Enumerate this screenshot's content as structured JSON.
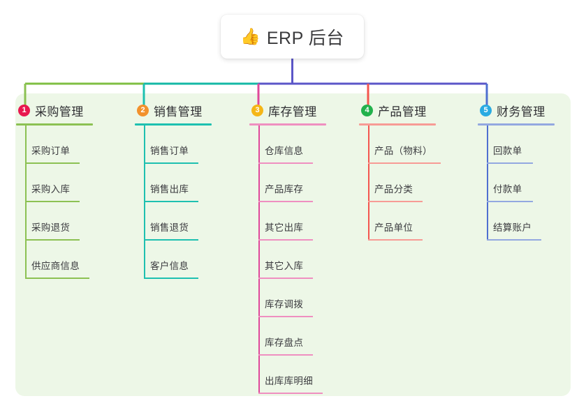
{
  "root": {
    "icon": "thumbs-up-icon",
    "icon_glyph": "👍",
    "label": "ERP 后台"
  },
  "palette": {
    "panel_bg": "#edf7e7",
    "page_bg": "#ffffff",
    "text": "#3b3b3f",
    "bus_left_green": "#7fbf42",
    "bus_mid_teal": "#14b8a6",
    "bus_right_purple": "#5b56c8"
  },
  "columns": [
    {
      "number": "1",
      "badge_color": "#e8184f",
      "line_color": "#8cc153",
      "rule_color": "#8cc153",
      "title": "采购管理",
      "title_rule_width": 110,
      "items": [
        {
          "label": "采购订单",
          "rule_width": 78
        },
        {
          "label": "采购入库",
          "rule_width": 78
        },
        {
          "label": "采购退货",
          "rule_width": 78
        },
        {
          "label": "供应商信息",
          "rule_width": 92
        }
      ]
    },
    {
      "number": "2",
      "badge_color": "#f2912c",
      "line_color": "#1ec0b0",
      "rule_color": "#1ec0b0",
      "title": "销售管理",
      "title_rule_width": 110,
      "items": [
        {
          "label": "销售订单",
          "rule_width": 78
        },
        {
          "label": "销售出库",
          "rule_width": 78
        },
        {
          "label": "销售退货",
          "rule_width": 78
        },
        {
          "label": "客户信息",
          "rule_width": 78
        }
      ]
    },
    {
      "number": "3",
      "badge_color": "#f5b617",
      "line_color": "#e0489b",
      "rule_color": "#ef8fc0",
      "title": "库存管理",
      "title_rule_width": 110,
      "items": [
        {
          "label": "仓库信息",
          "rule_width": 78
        },
        {
          "label": "产品库存",
          "rule_width": 78
        },
        {
          "label": "其它出库",
          "rule_width": 78
        },
        {
          "label": "其它入库",
          "rule_width": 78
        },
        {
          "label": "库存调拨",
          "rule_width": 78
        },
        {
          "label": "库存盘点",
          "rule_width": 78
        },
        {
          "label": "出库库明细",
          "rule_width": 92
        }
      ]
    },
    {
      "number": "4",
      "badge_color": "#22b14c",
      "line_color": "#f4564f",
      "rule_color": "#f79b95",
      "title": "产品管理",
      "title_rule_width": 110,
      "items": [
        {
          "label": "产品（物料）",
          "rule_width": 104
        },
        {
          "label": "产品分类",
          "rule_width": 78
        },
        {
          "label": "产品单位",
          "rule_width": 78
        }
      ]
    },
    {
      "number": "5",
      "badge_color": "#29abe2",
      "line_color": "#4f6fd0",
      "rule_color": "#93a8e0",
      "title": "财务管理",
      "title_rule_width": 110,
      "items": [
        {
          "label": "回款单",
          "rule_width": 66
        },
        {
          "label": "付款单",
          "rule_width": 66
        },
        {
          "label": "结算账户",
          "rule_width": 78
        }
      ]
    }
  ]
}
